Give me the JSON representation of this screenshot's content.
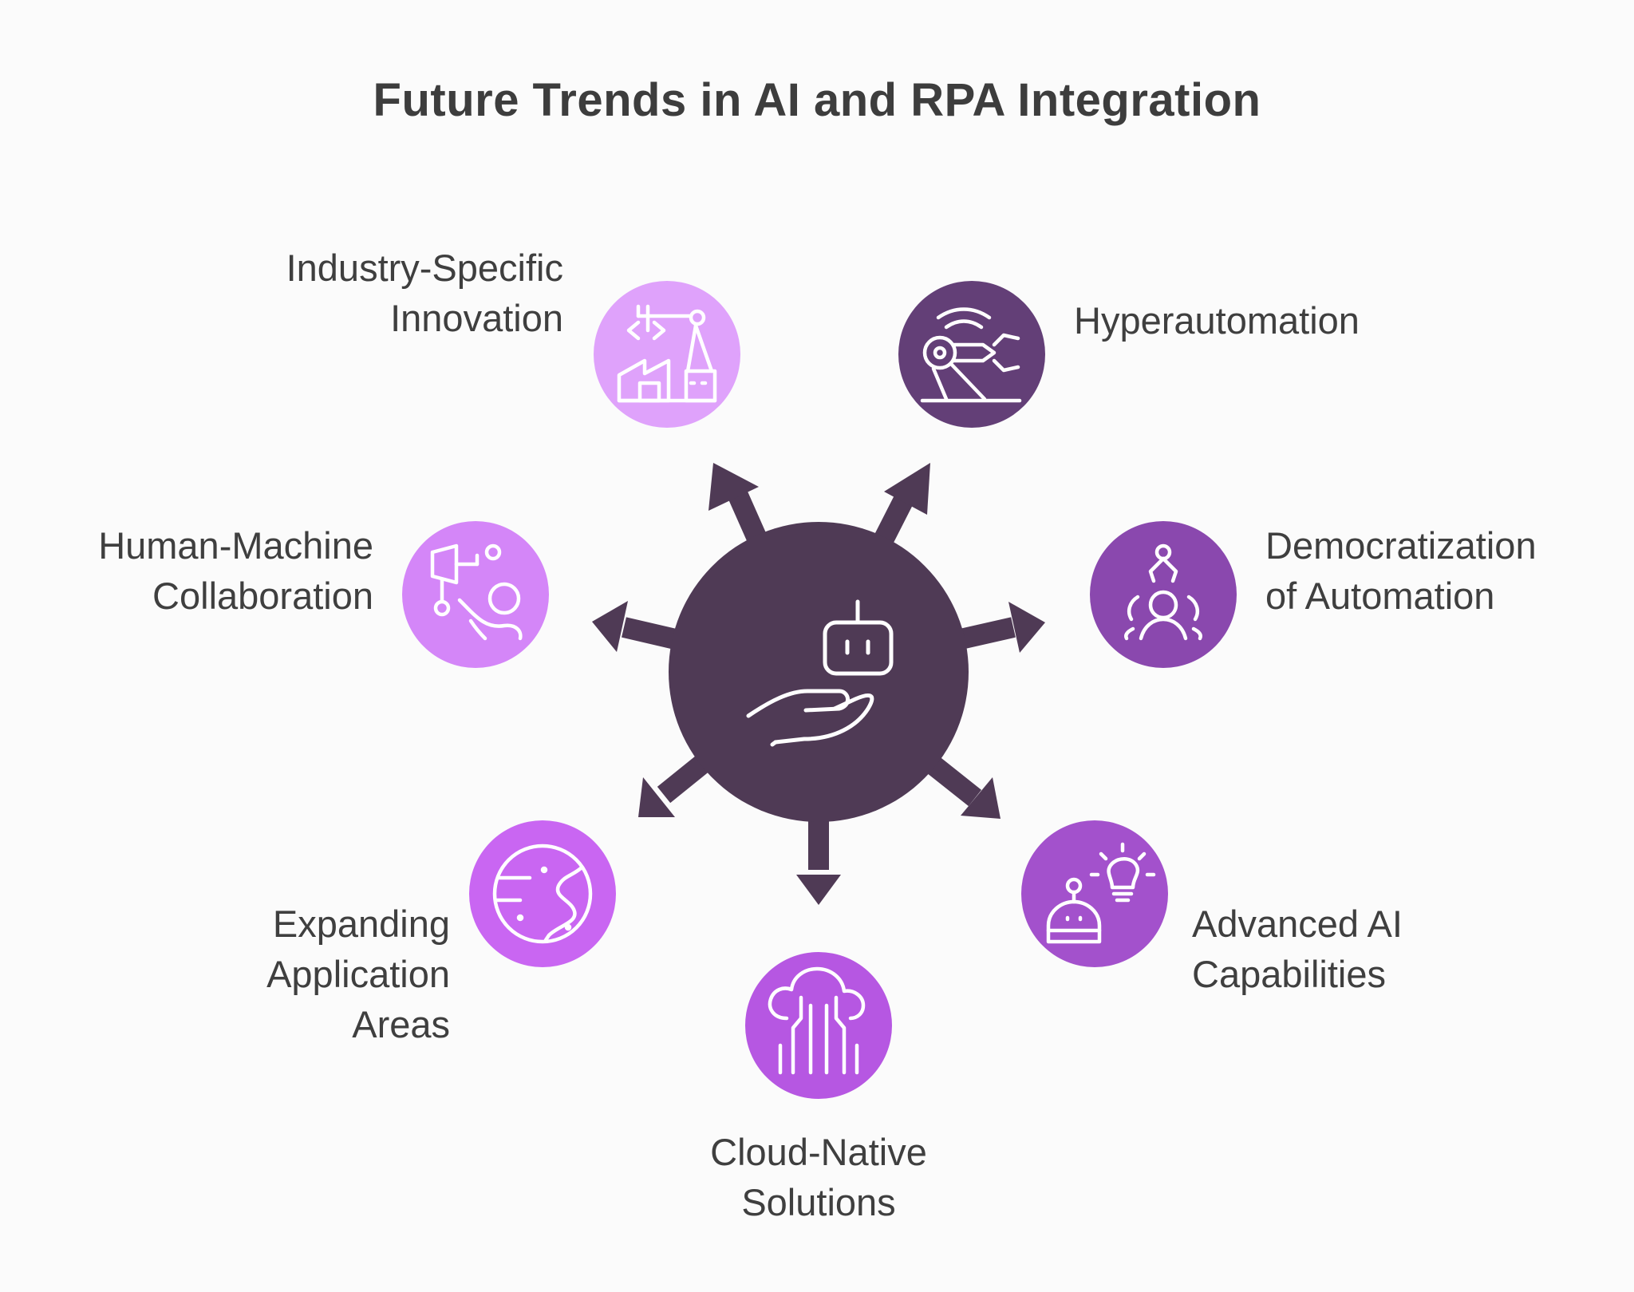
{
  "title": "Future Trends in AI and RPA Integration",
  "colors": {
    "hub": "#4f3a55",
    "industry": "#dfa2fb",
    "hyperautomation": "#633f77",
    "human_machine": "#d486f8",
    "democratization": "#8a48ae",
    "expanding": "#c966f2",
    "advanced_ai": "#a351cc",
    "cloud_native": "#b657e2",
    "icon_stroke": "#ffffff"
  },
  "hub": {
    "icon": "robot-in-hand-icon"
  },
  "nodes": [
    {
      "id": "industry",
      "icon": "factory-robot-arm-icon",
      "lines": [
        "Industry-Specific",
        "Innovation"
      ]
    },
    {
      "id": "hyperautomation",
      "icon": "robotic-arm-icon",
      "lines": [
        "Hyperautomation"
      ]
    },
    {
      "id": "human_machine",
      "icon": "human-robot-icon",
      "lines": [
        "Human-Machine",
        "Collaboration"
      ]
    },
    {
      "id": "democratization",
      "icon": "people-group-icon",
      "lines": [
        "Democratization",
        "of Automation"
      ]
    },
    {
      "id": "expanding",
      "icon": "globe-icon",
      "lines": [
        "Expanding",
        "Application",
        "Areas"
      ]
    },
    {
      "id": "advanced_ai",
      "icon": "robot-lightbulb-icon",
      "lines": [
        "Advanced AI",
        "Capabilities"
      ]
    },
    {
      "id": "cloud_native",
      "icon": "cloud-circuit-icon",
      "lines": [
        "Cloud-Native",
        "Solutions"
      ]
    }
  ]
}
